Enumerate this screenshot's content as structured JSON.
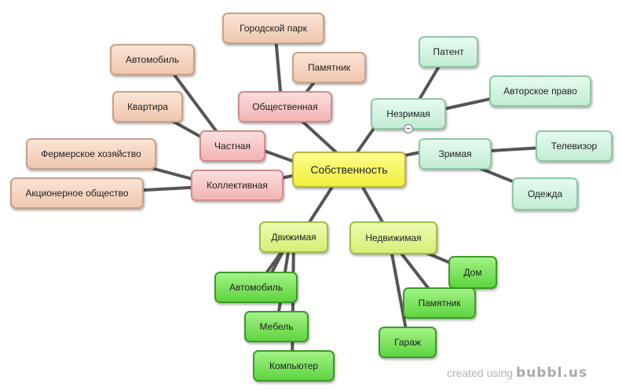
{
  "root": {
    "label": "Собственность"
  },
  "groups": {
    "intangible": {
      "label": "Незримая"
    },
    "visible": {
      "label": "Зримая"
    },
    "public": {
      "label": "Общественная"
    },
    "private": {
      "label": "Частная"
    },
    "collective": {
      "label": "Коллективная"
    },
    "movable": {
      "label": "Движимая"
    },
    "immovable": {
      "label": "Недвижимая"
    }
  },
  "leaves": {
    "city_park": "Городской парк",
    "monument_public": "Памятник",
    "car_private": "Автомобиль",
    "apartment": "Квартира",
    "farm": "Фермерское хозяйство",
    "joint_stock": "Акционерное общество",
    "patent": "Патент",
    "copyright": "Авторское право",
    "tv": "Телевизор",
    "clothes": "Одежда",
    "car_movable": "Автомобиль",
    "furniture": "Мебель",
    "computer": "Компьютер",
    "house": "Дом",
    "monument_immovable": "Памятник",
    "garage": "Гараж"
  },
  "collapse_toggle": "−",
  "credit": {
    "prefix": "created using",
    "brand": "bubbl.us"
  },
  "colors": {
    "root": "#f1ef3b",
    "property_forms": "#f2b3b3",
    "property_examples": "#efc7ae",
    "intangible_visible": "#c1ecd2",
    "movable_immovable": "#d3f076",
    "movable_examples": "#5ed43f",
    "connector": "#555555"
  }
}
